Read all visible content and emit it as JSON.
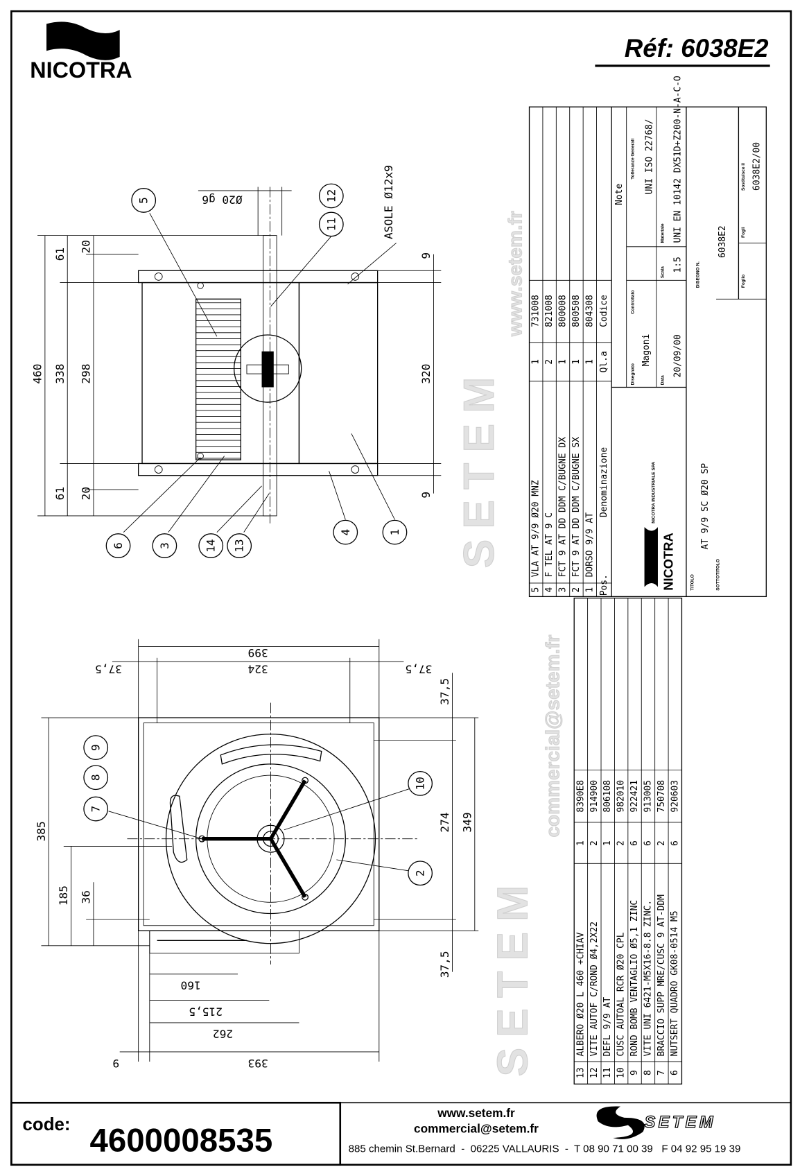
{
  "header": {
    "brand": "NICOTRA",
    "reference": "Réf: 6038E2"
  },
  "side_view": {
    "dims": {
      "d460": "460",
      "d338": "338",
      "d298": "298",
      "d61_top": "61",
      "d61_bot": "61",
      "d20_top": "20",
      "d20_bot": "20",
      "d320": "320",
      "d9_top": "9",
      "d9_bot": "9",
      "shaft": "Ø20 g6",
      "slots": "ASOLE Ø12x9"
    },
    "balloons": [
      "5",
      "12",
      "11",
      "6",
      "3",
      "14",
      "13",
      "4",
      "1"
    ]
  },
  "front_view": {
    "dims": {
      "d399": "399",
      "d324": "324",
      "d37_5_tl": "37,5",
      "d37_5_tr": "37,5",
      "d37_5_rt": "37,5",
      "d37_5_rb": "37,5",
      "d385": "385",
      "d185": "185",
      "d36": "36",
      "d274": "274",
      "d349": "349",
      "d160": "160",
      "d215_5": "215,5",
      "d262": "262",
      "d393": "393",
      "d9": "9"
    },
    "balloons": [
      "9",
      "8",
      "7",
      "10",
      "2"
    ]
  },
  "parts_table_upper": {
    "header": {
      "pos": "Pos.",
      "name": "Denominazione",
      "qty": "Ql.a",
      "code": "Codice",
      "note": "Note"
    },
    "rows": [
      {
        "pos": "5",
        "name": "VLA AT 9/9 Ø20 MNZ",
        "qty": "1",
        "code": "731008"
      },
      {
        "pos": "4",
        "name": "F TEL AT 9 C",
        "qty": "2",
        "code": "821008"
      },
      {
        "pos": "3",
        "name": "FCT 9 AT DD DDM C/BUGNE DX",
        "qty": "1",
        "code": "800008"
      },
      {
        "pos": "2",
        "name": "FCT 9 AT DD DDM C/BUGNE SX",
        "qty": "1",
        "code": "800508"
      },
      {
        "pos": "1",
        "name": "DORSO 9/9 AT",
        "qty": "1",
        "code": "804308"
      }
    ]
  },
  "title_block": {
    "company": "NICOTRA INDUSTRIALE SPA",
    "logo_text": "NICOTRA",
    "drawn_label": "Disegnato",
    "drawn_value": "Magoni",
    "checked_label": "Controllato",
    "date_label": "Data",
    "date_value": "20/09/00",
    "scale_label": "Scala",
    "scale_value": "1:5",
    "tolerance_label": "Tolleranze Generali",
    "tolerance_value": "UNI ISO 22768/",
    "material_label": "Materiale",
    "material_value": "UNI EN 10142 DX51D+Z200-N-A-C-O",
    "drawing_no_label": "DISEGNO N.",
    "drawing_no_value": "6038E2",
    "title_label": "TITOLO",
    "title_value": "AT 9/9 SC Ø20 SP",
    "subtitle_label": "SOTTOTITOLO",
    "sheet_label": "Foglio",
    "sheets_label": "Fogli",
    "replaces_label": "Sostituisce il",
    "replaces_value": "6038E2/00"
  },
  "parts_table_lower": {
    "rows": [
      {
        "pos": "13",
        "name": "ALBERO Ø20 L 460 +CHIAV",
        "qty": "1",
        "code": "8390E8"
      },
      {
        "pos": "12",
        "name": "VITE AUTOF C/ROND Ø4,2X22",
        "qty": "2",
        "code": "914900"
      },
      {
        "pos": "11",
        "name": "DEFL 9/9 AT",
        "qty": "1",
        "code": "806108"
      },
      {
        "pos": "10",
        "name": "CUSC AUTOAL RCR Ø20 CPL",
        "qty": "2",
        "code": "982010"
      },
      {
        "pos": "9",
        "name": "ROND BOMB VENTAGLIO Ø5,1 ZINC",
        "qty": "6",
        "code": "922421"
      },
      {
        "pos": "8",
        "name": "VITE UNI 6421-M5X16-8.8 ZINC.",
        "qty": "6",
        "code": "913005"
      },
      {
        "pos": "7",
        "name": "BRACCIO SUPP MRE/CUSC 9 AT-DDM",
        "qty": "2",
        "code": "750708"
      },
      {
        "pos": "6",
        "name": "NUTSERT QUADRO GK08-0514 M5",
        "qty": "6",
        "code": "920603"
      }
    ]
  },
  "watermark": {
    "brand": "SETEM",
    "url": "www.setem.fr",
    "email": "commercial@setem.fr"
  },
  "footer": {
    "code_label": "code:",
    "code_value": "4600008535",
    "website": "www.setem.fr",
    "email": "commercial@setem.fr",
    "address": "885 chemin St.Bernard  -  06225 VALLAURIS  -  T 08 90 71 00 39   F 04 92 95 19 39",
    "logo_text": "SETEM"
  }
}
